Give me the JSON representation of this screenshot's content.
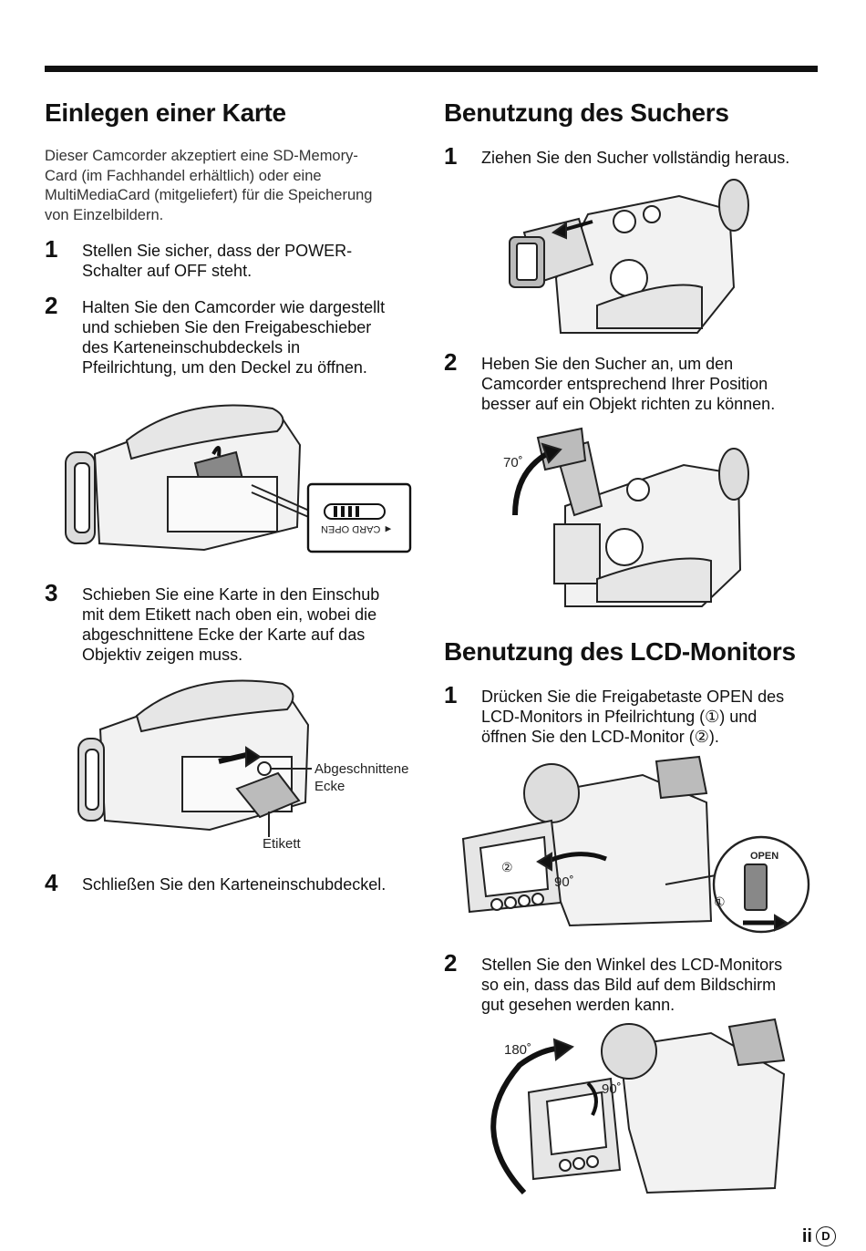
{
  "left": {
    "title": "Einlegen einer Karte",
    "intro": [
      "Dieser Camcorder akzeptiert eine SD-Memory-",
      "Card (im Fachhandel erhältlich) oder eine",
      "MultiMediaCard (mitgeliefert) für die Speicherung",
      "von Einzelbildern."
    ],
    "steps": [
      {
        "num": "1",
        "lines": [
          "Stellen Sie sicher, dass der POWER-",
          "Schalter auf OFF steht."
        ]
      },
      {
        "num": "2",
        "lines": [
          "Halten Sie den Camcorder wie dargestellt",
          "und schieben Sie den Freigabeschieber",
          "des Karteneinschubdeckels in",
          "Pfeilrichtung, um den Deckel zu öffnen."
        ]
      },
      {
        "num": "3",
        "lines": [
          "Schieben Sie eine Karte in den Einschub",
          "mit dem Etikett nach oben ein, wobei die",
          "abgeschnittene Ecke der Karte auf das",
          "Objektiv zeigen muss."
        ]
      },
      {
        "num": "4",
        "lines": [
          "Schließen Sie den Karteneinschubdeckel."
        ]
      }
    ],
    "fig1_inset": "◄ CARD OPEN",
    "fig2_labels": {
      "corner_1": "Abgeschnittene",
      "corner_2": "Ecke",
      "label": "Etikett"
    }
  },
  "right": {
    "title1": "Benutzung des Suchers",
    "steps1": [
      {
        "num": "1",
        "lines": [
          "Ziehen Sie den Sucher vollständig heraus."
        ]
      },
      {
        "num": "2",
        "lines": [
          "Heben Sie den Sucher an, um den",
          "Camcorder entsprechend Ihrer Position",
          "besser auf ein Objekt richten zu können."
        ]
      }
    ],
    "angle70": "70˚",
    "title2": "Benutzung des LCD-Monitors",
    "steps2": [
      {
        "num": "1",
        "lines": [
          "Drücken Sie die Freigabetaste OPEN des",
          "LCD-Monitors in Pfeilrichtung (①) und",
          "öffnen Sie den LCD-Monitor (②)."
        ]
      },
      {
        "num": "2",
        "lines": [
          "Stellen Sie den Winkel des LCD-Monitors",
          "so ein, dass das Bild auf dem Bildschirm",
          "gut gesehen werden kann."
        ]
      }
    ],
    "fig_lcd1": {
      "angle": "90˚",
      "open": "OPEN",
      "c1": "①",
      "c2": "②"
    },
    "fig_lcd2": {
      "angle180": "180˚",
      "angle90": "90˚"
    }
  },
  "footer": {
    "page": "ii",
    "lang": "D"
  }
}
